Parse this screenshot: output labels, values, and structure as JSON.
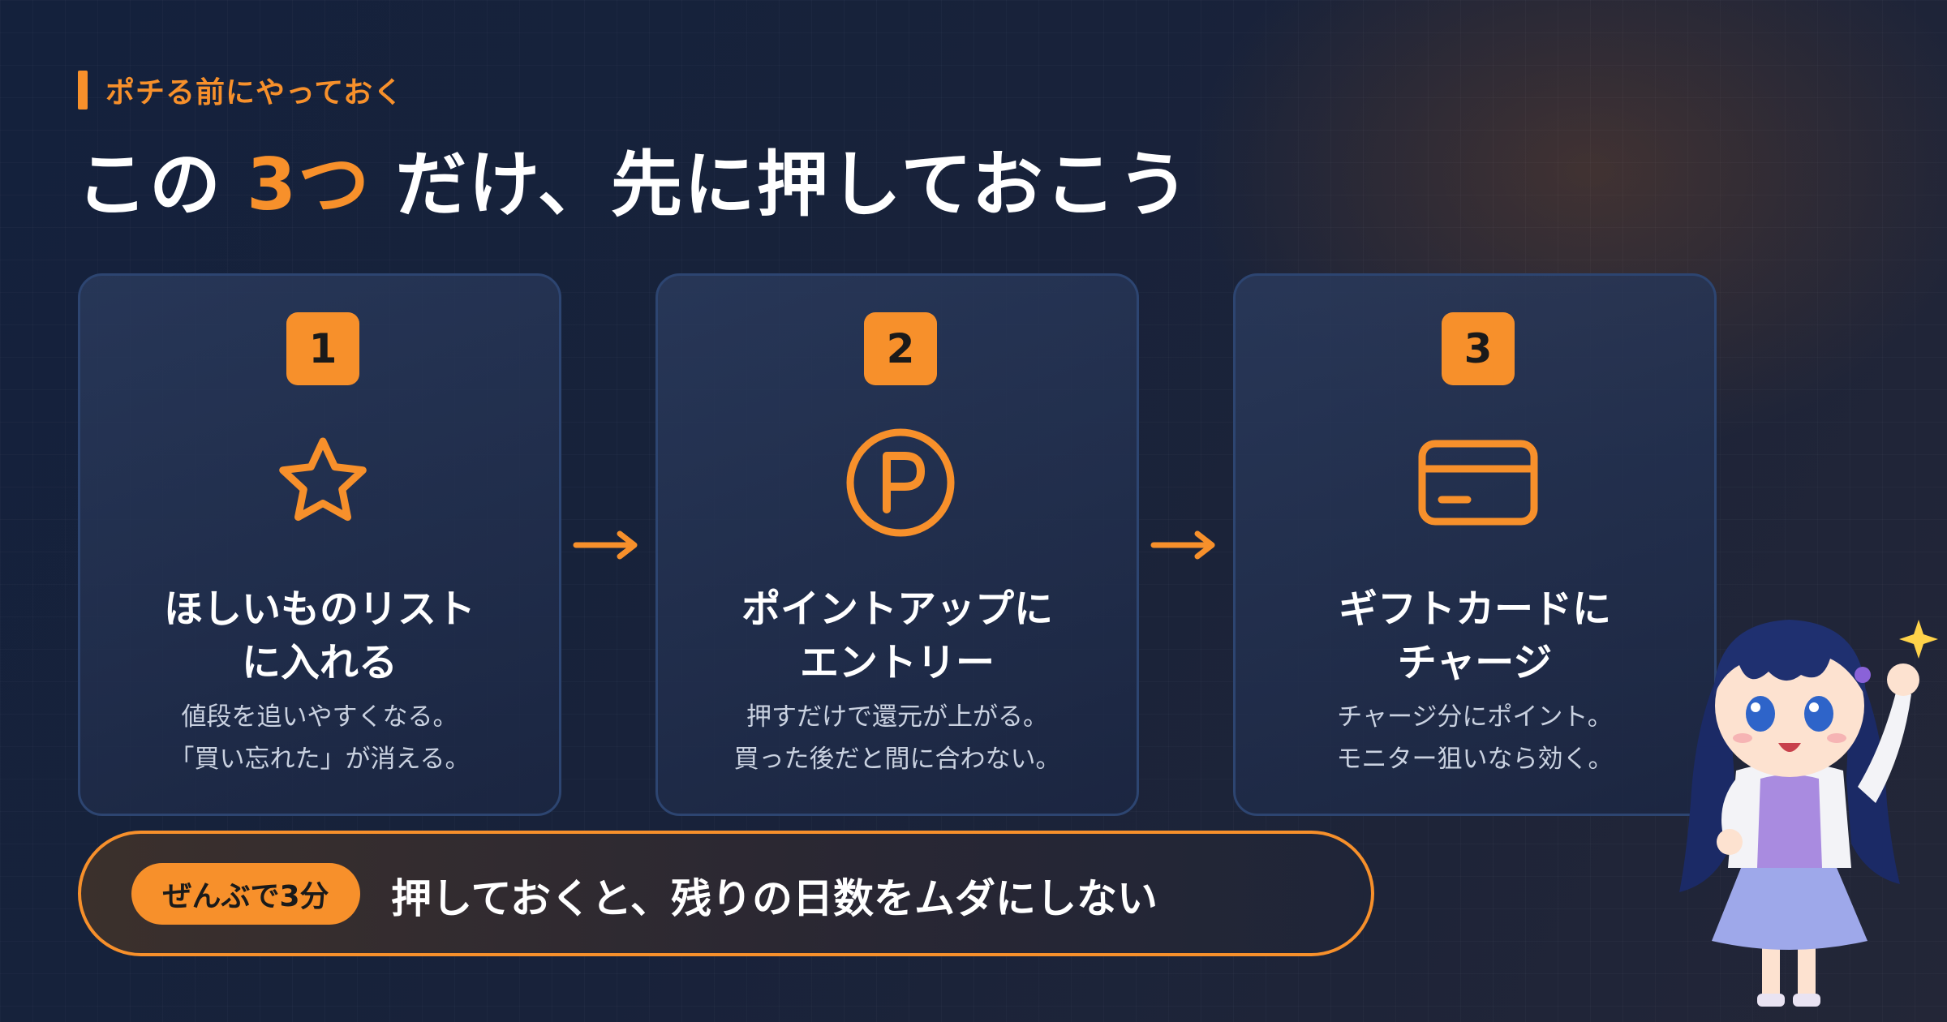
{
  "colors": {
    "accent": "#f7902b",
    "background": "#16213a",
    "card_border": "#2d4571",
    "card_bg": "#22304f",
    "text_primary": "#ffffff",
    "text_secondary": "#c9d1e0"
  },
  "header": {
    "eyebrow": "ポチる前にやっておく",
    "title_prefix": "この",
    "title_highlight": "3つ",
    "title_suffix": "だけ、先に押しておこう"
  },
  "steps": [
    {
      "number": "1",
      "icon": "star-icon",
      "title_lines": [
        "ほしいものリスト",
        "に入れる"
      ],
      "desc_lines": [
        "値段を追いやすくなる。",
        "「買い忘れた」が消える。"
      ]
    },
    {
      "number": "2",
      "icon": "point-circle-icon",
      "title_lines": [
        "ポイントアップに",
        "エントリー"
      ],
      "desc_lines": [
        "押すだけで還元が上がる。",
        "買った後だと間に合わない。"
      ]
    },
    {
      "number": "3",
      "icon": "credit-card-icon",
      "title_lines": [
        "ギフトカードに",
        "チャージ"
      ],
      "desc_lines": [
        "チャージ分にポイント。",
        "モニター狙いなら効く。"
      ]
    }
  ],
  "connectors": [
    "arrow-right-icon",
    "arrow-right-icon"
  ],
  "footer_banner": {
    "pill_label": "ぜんぶで3分",
    "message": "押しておくと、残りの日数をムダにしない"
  },
  "mascot": {
    "icon": "anime-girl-mascot",
    "sparkle": "sparkle-icon"
  }
}
